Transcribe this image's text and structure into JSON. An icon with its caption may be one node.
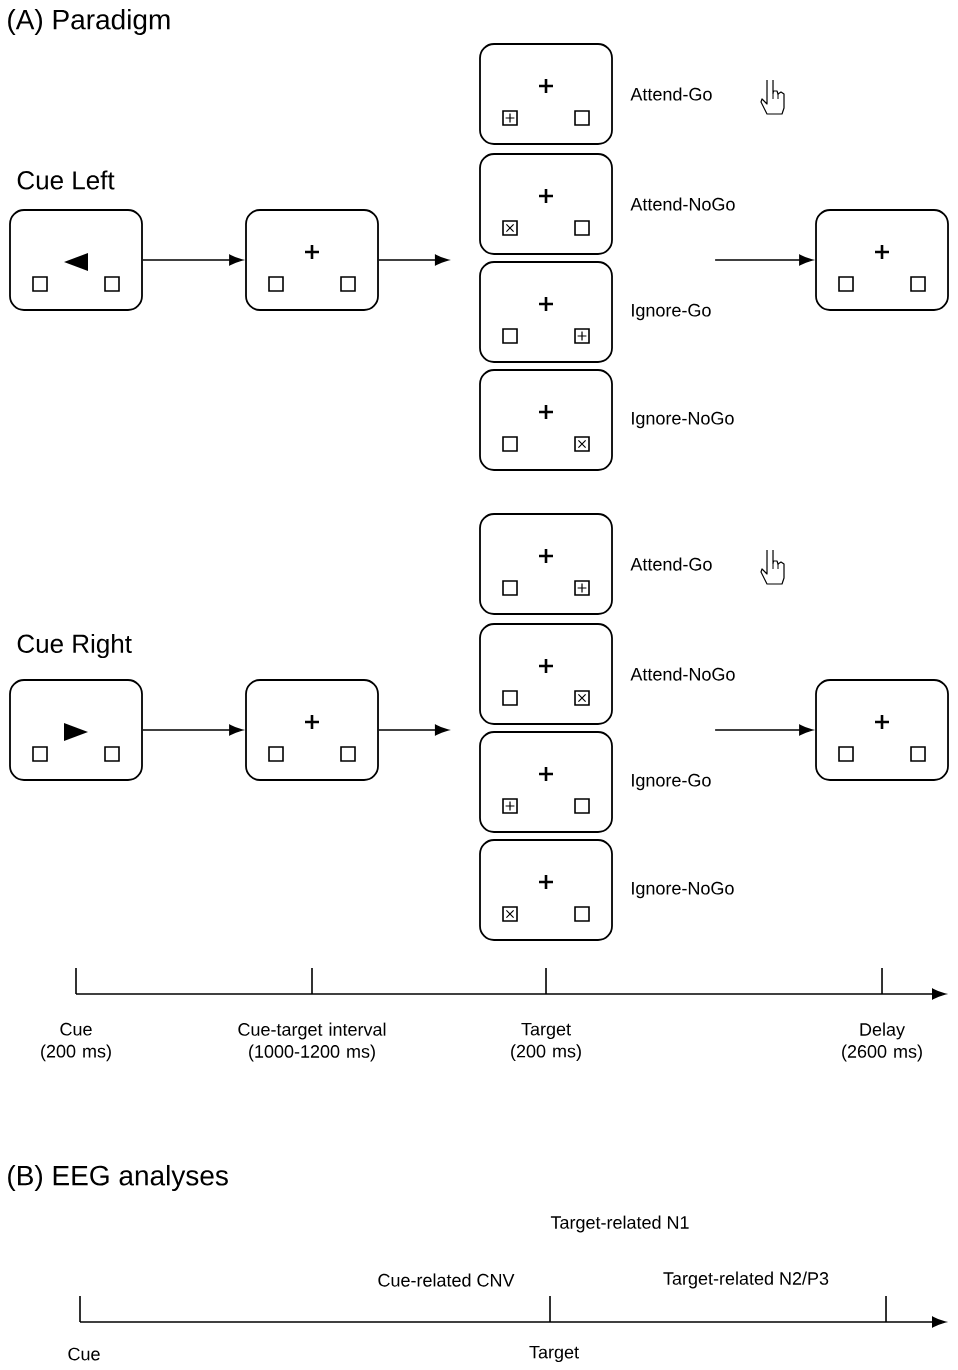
{
  "diagram": {
    "nodes": [
      {
        "text": [],
        "shape": "box"
      },
      {
        "text": [],
        "shape": "box"
      },
      {
        "text": [],
        "shape": "box",
        "beside": [
          "Attend-Go"
        ]
      },
      {
        "text": [],
        "shape": "box",
        "beside": [
          "Attend-NoGo"
        ]
      },
      {
        "text": [],
        "shape": "box",
        "beside": [
          "Ignore-Go"
        ]
      },
      {
        "text": [],
        "shape": "box",
        "beside": [
          "Ignore-NoGo"
        ]
      },
      {
        "text": [],
        "shape": "box"
      },
      {
        "text": [],
        "shape": "box"
      },
      {
        "text": [],
        "shape": "box"
      },
      {
        "text": [],
        "shape": "box",
        "beside": [
          "Attend-Go"
        ]
      },
      {
        "text": [],
        "shape": "box",
        "beside": [
          "Attend-NoGo"
        ]
      },
      {
        "text": [],
        "shape": "box",
        "beside": [
          "Ignore-Go"
        ]
      },
      {
        "text": [],
        "shape": "box",
        "beside": [
          "Ignore-NoGo"
        ]
      },
      {
        "text": [],
        "shape": "box"
      }
    ],
    "edges": [
      {
        "from": 0,
        "to": 1,
        "arrow": "to"
      },
      {
        "from": 1,
        "to": null,
        "arrow": "to"
      },
      {
        "from": null,
        "to": 6,
        "arrow": "to"
      },
      {
        "from": 7,
        "to": 8,
        "arrow": "to"
      },
      {
        "from": 8,
        "to": null,
        "arrow": "to"
      },
      {
        "from": null,
        "to": 13,
        "arrow": "to"
      }
    ],
    "labels": [
      "(A) Paradigm",
      "Cue Left",
      "Cue Right",
      "Cue (200 ms)",
      "Cue-target interval (1000-1200 ms)",
      "Target (200 ms)",
      "Delay (2600 ms)",
      "(B) EEG analyses",
      "Target-related N1",
      "Cue-related CNV",
      "Target-related N2/P3",
      "Cue",
      "Target"
    ]
  }
}
